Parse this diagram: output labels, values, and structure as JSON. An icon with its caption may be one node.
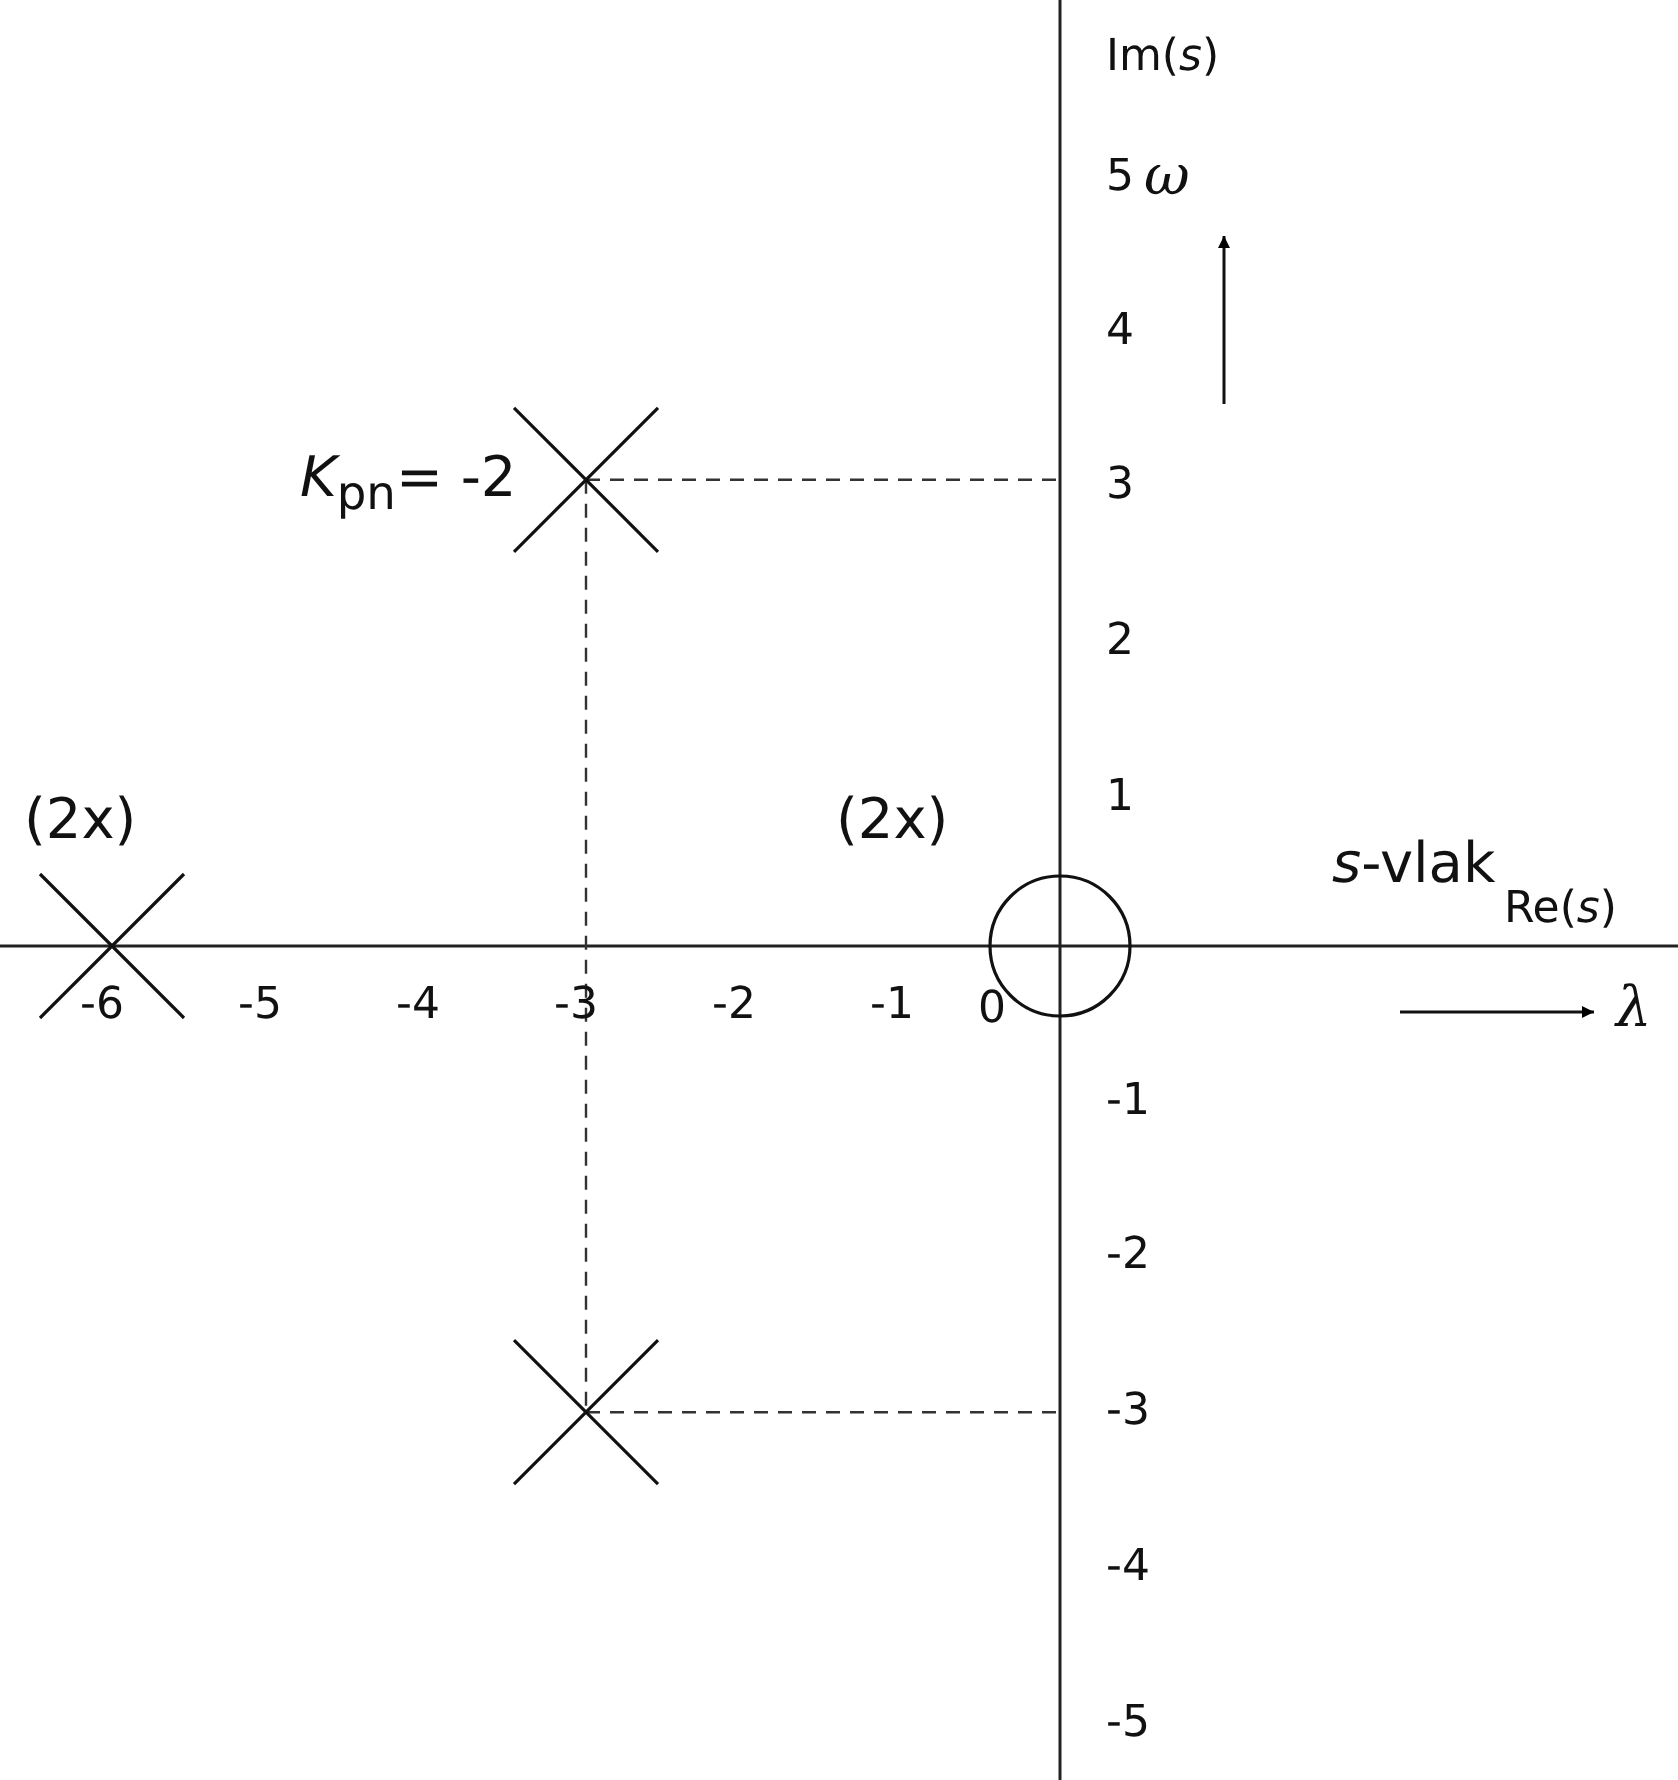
{
  "diagram": {
    "labels": [
      "Im(*s*)",
      "5",
      "ω",
      "4",
      "*K*$_{pn}$= -2",
      "3",
      "2",
      "*s*-vlak",
      "(2x)",
      "(2x)",
      "1",
      "Re(*s*)",
      "-6",
      "-5",
      "-4",
      "-3",
      "-2",
      "-1",
      "0",
      "λ",
      "-1",
      "-2",
      "-3",
      "-4",
      "-5"
    ]
  }
}
